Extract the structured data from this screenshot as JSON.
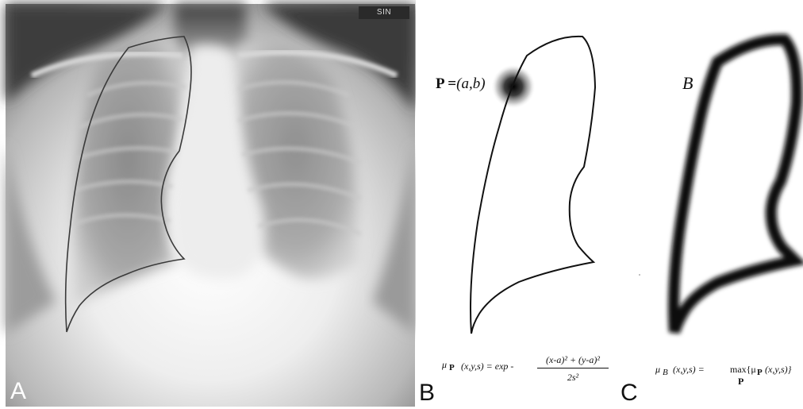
{
  "figure": {
    "panel_a": {
      "letter": "A",
      "orientation_tag": "SIN"
    },
    "panel_b": {
      "letter": "B",
      "point_label_bold": "P =",
      "point_label_rest": "(a,b)",
      "formula_lhs": "μ",
      "formula_lhs_sub": "P",
      "formula_args": "(x,y,s) = exp -",
      "formula_numerator": "(x-a)² + (y-a)²",
      "formula_denominator": "2s²"
    },
    "panel_c": {
      "letter": "C",
      "set_label": "B",
      "formula_lhs": "μ",
      "formula_lhs_sub": "B",
      "formula_args": "(x,y,s) =",
      "formula_max": "max{μ",
      "formula_max_sub": "P",
      "formula_max_args": "(x,y,s)}",
      "formula_under": "P"
    }
  },
  "colors": {
    "xray_dark": "#4a4a4a",
    "xray_bright": "#f2f2f2",
    "contour": "#333333"
  }
}
